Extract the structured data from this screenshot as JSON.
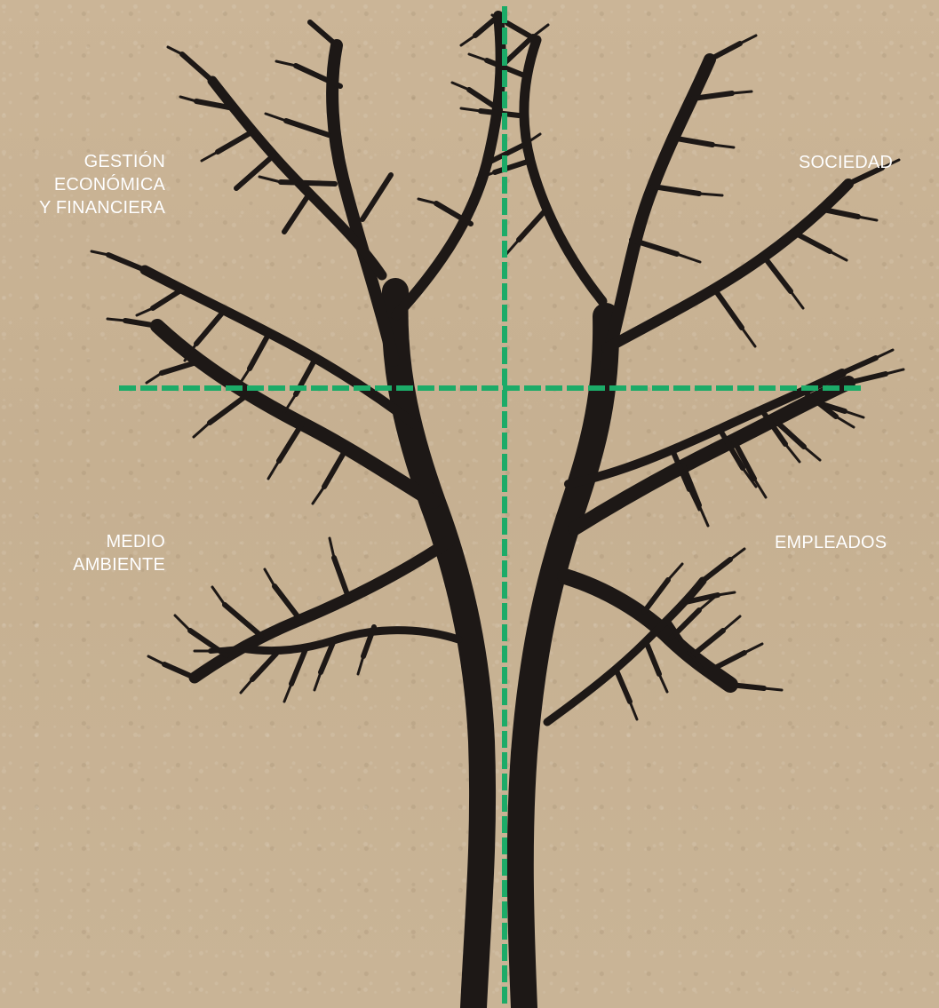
{
  "diagram": {
    "labels": {
      "top_left": "GESTIÓN\nECONÓMICA\nY FINANCIERA",
      "top_right": "SOCIEDAD",
      "bottom_left": "MEDIO\nAMBIENTE",
      "bottom_right": "EMPLEADOS"
    },
    "colors": {
      "background": "#c8b394",
      "tree": "#1d1816",
      "divider": "#1cab68",
      "label": "#ffffff"
    },
    "icons": {
      "illustration": "tree-icon"
    }
  }
}
